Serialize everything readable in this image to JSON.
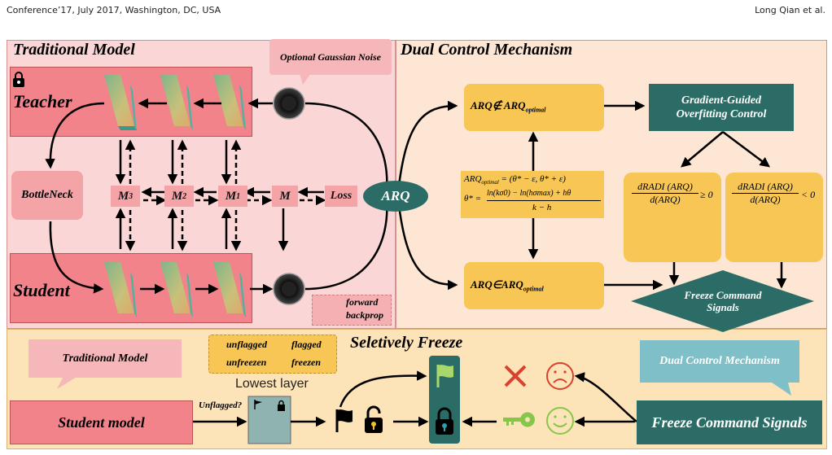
{
  "header": {
    "left": "Conference’17, July 2017, Washington, DC, USA",
    "right": "Long Qian et al."
  },
  "traditional": {
    "title": "Traditional Model",
    "teacher": "Teacher",
    "student": "Student",
    "bottleneck": "BottleNeck",
    "noise": "Optional Gaussian Noise",
    "m3": "M",
    "m2": "M",
    "m1": "M",
    "m3_sub": "3",
    "m2_sub": "2",
    "m1_sub": "1",
    "m": "M",
    "loss": "Loss",
    "arq": "ARQ",
    "legend_forward": "forward",
    "legend_backprop": "backprop"
  },
  "dual": {
    "title": "Dual Control Mechanism",
    "arq_not": "ARQ∉ ARQ",
    "arq_in": "ARQ∈ARQ",
    "optimal_sub": "optimal",
    "formula1": "ARQ",
    "formula1_rhs": "= (θ* − ε, θ* + ε)",
    "formula2_lhs": "θ* =",
    "formula2_num": "ln(kσ",
    "formula2_num_rest": "0) − ln(hσ",
    "formula2_num_tail": "max) + hθ",
    "formula2_den": "k − h",
    "gradient": "Gradient-Guided Overfitting Control",
    "cond_ge": "dRADI (ARQ)",
    "cond_den": "d(ARQ)",
    "cond_ge_rhs": "≥ 0",
    "cond_lt_rhs": "< 0",
    "freeze_signals": "Freeze Command Signals"
  },
  "freeze": {
    "title": "Seletively Freeze",
    "trad_bubble": "Traditional Model",
    "dual_bubble": "Dual Control Mechanism",
    "student_model": "Student model",
    "unflagged_q": "Unflagged?",
    "lowest_layer": "Lowest layer",
    "freeze_command": "Freeze Command Signals",
    "legend_unflagged": "unflagged",
    "legend_flagged": "flagged",
    "legend_unfreezen": "unfreezen",
    "legend_freezen": "freezen"
  },
  "colors": {
    "pink_bg": "#fbd6d6",
    "peach_bg": "#fde6d3",
    "bottom_bg": "#fde3b8",
    "teacher_box": "#f2838a",
    "yellow_box": "#f7c654",
    "teal": "#2b6d66",
    "arq": "#2b6d66",
    "happy": "#86c74a",
    "sad": "#d9412e"
  }
}
